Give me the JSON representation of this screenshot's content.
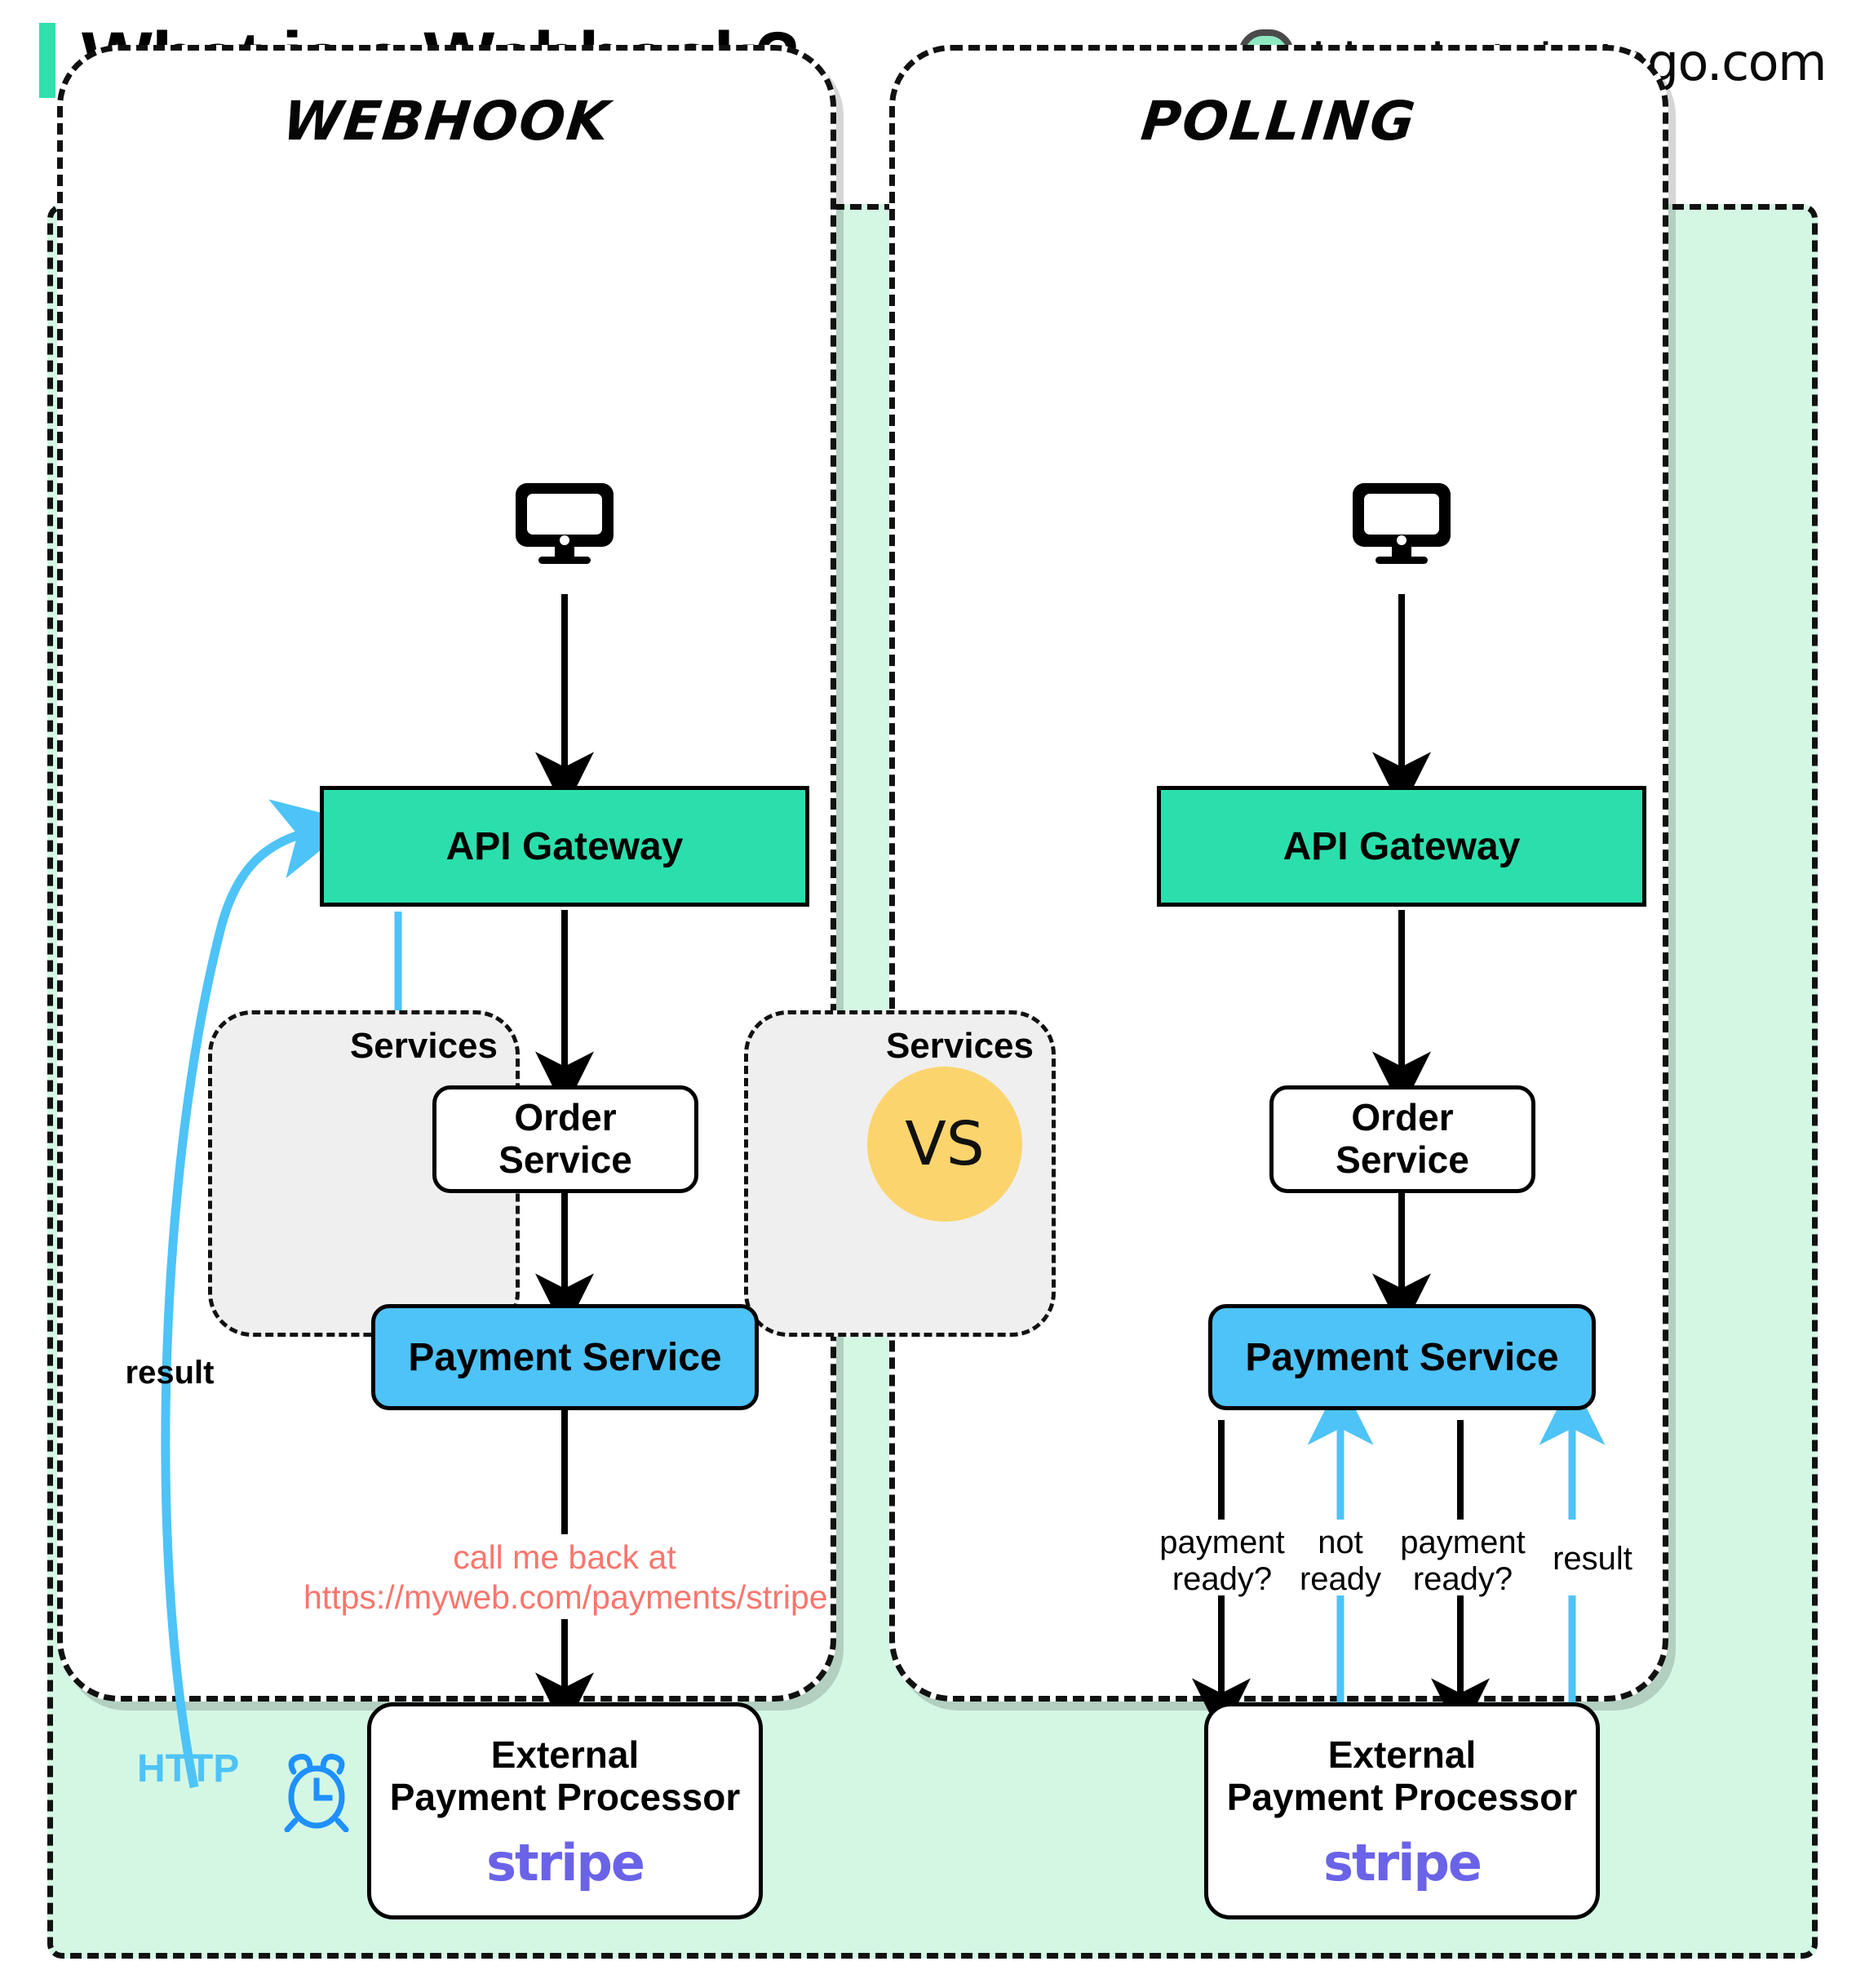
{
  "header": {
    "title": "What is a Webhook?",
    "brand_url": "blog.bytebytego.com",
    "logo_icon": "bytebytego-logo-icon",
    "accent_color": "#2EE0AC"
  },
  "vs_badge": {
    "label": "VS",
    "color": "#FBD46D"
  },
  "colors": {
    "canvas_bg": "#D4F7E4",
    "gateway": "#2BDFAC",
    "payment_service": "#4EC3F7",
    "services_bg": "#EFEFEF",
    "arrow_blue": "#4EC3F7",
    "annotation_red": "#F8766D",
    "stripe_purple": "#6A63E8"
  },
  "panels": [
    {
      "id": "webhook",
      "title": "Webhook",
      "client_icon": "desktop-monitor-icon",
      "nodes": {
        "gateway": "API Gateway",
        "services_label": "Services",
        "order_service": "Order\nService",
        "order_service_line1": "Order",
        "order_service_line2": "Service",
        "payment_service": "Payment Service",
        "external_line1": "External",
        "external_line2": "Payment Processor",
        "external_logo": "stripe"
      },
      "labels": {
        "result": "result",
        "http": "HTTP",
        "clock_icon": "alarm-clock-icon",
        "callback_line1": "call me back at",
        "callback_line2": "https://myweb.com/payments/stripe"
      }
    },
    {
      "id": "polling",
      "title": "Polling",
      "client_icon": "desktop-monitor-icon",
      "nodes": {
        "gateway": "API Gateway",
        "services_label": "Services",
        "order_service_line1": "Order",
        "order_service_line2": "Service",
        "payment_service": "Payment Service",
        "external_line1": "External",
        "external_line2": "Payment Processor",
        "external_logo": "stripe"
      },
      "labels": {
        "poll1_line1": "payment",
        "poll1_line2": "ready?",
        "poll2_line1": "not",
        "poll2_line2": "ready",
        "poll3_line1": "payment",
        "poll3_line2": "ready?",
        "poll4": "result"
      }
    }
  ]
}
